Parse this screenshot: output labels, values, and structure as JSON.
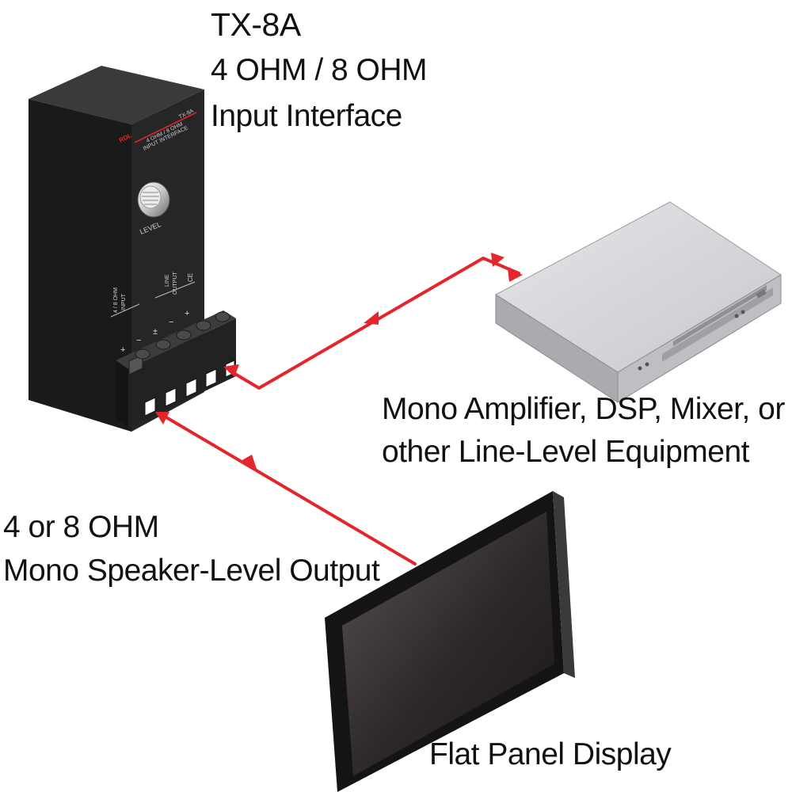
{
  "device": {
    "title": "TX-8A",
    "subtitle": "4 OHM / 8 OHM",
    "description": "Input Interface",
    "front_brand": "RDL",
    "front_model": "TX-8A",
    "front_line1": "4 OHM / 8 OHM",
    "front_line2": "INPUT INTERFACE",
    "knob_label": "LEVEL",
    "input_label_1": "4 / 8 OHM",
    "input_label_2": "INPUT",
    "output_label_1": "LINE",
    "output_label_2": "OUTPUT",
    "ce_mark": "CE",
    "polarity": [
      "+",
      "−",
      "±",
      "−",
      "+"
    ]
  },
  "amplifier": {
    "label_line1": "Mono Amplifier, DSP, Mixer, or",
    "label_line2": "other Line-Level Equipment"
  },
  "source": {
    "label_line1": "4 or 8 OHM",
    "label_line2": "Mono Speaker-Level Output"
  },
  "display": {
    "label": "Flat Panel Display"
  },
  "colors": {
    "wire": "#e3262b",
    "device_body": "#1c1c1c",
    "amp_body": "#d3d5d8",
    "screen": "#3a3536"
  }
}
